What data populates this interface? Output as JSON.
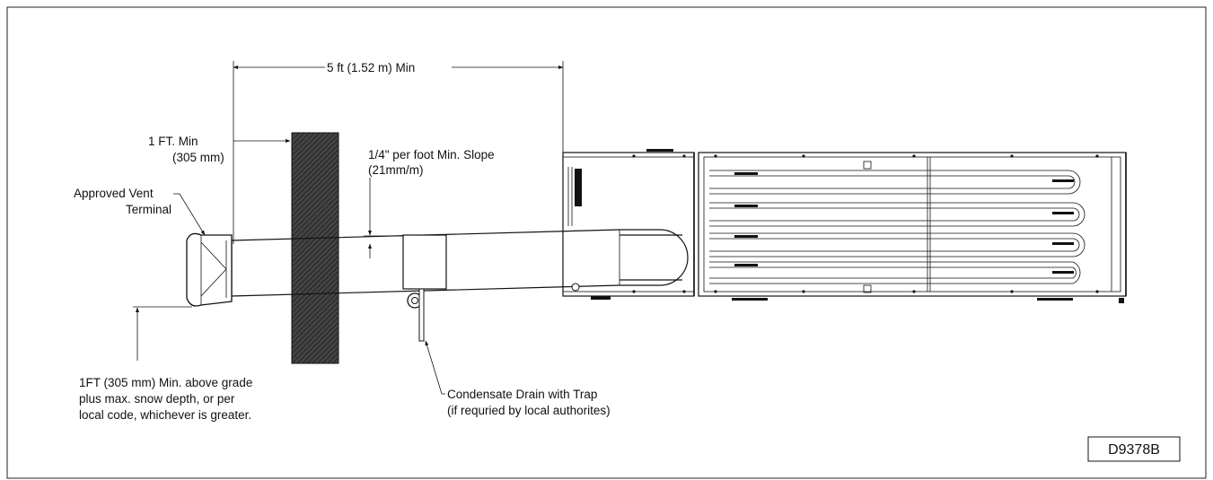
{
  "labels": {
    "distance_to_heater": "5 ft (1.52 m) Min",
    "wall_clearance_line1": "1 FT. Min",
    "wall_clearance_line2": "(305 mm)",
    "slope_line1": "1/4\"  per foot Min. Slope",
    "slope_line2": "(21mm/m)",
    "vent_terminal_line1": "Approved Vent",
    "vent_terminal_line2": "Terminal",
    "grade_line1": "1FT (305 mm) Min. above grade",
    "grade_line2": "plus max. snow depth, or per",
    "grade_line3": "local code, whichever is greater.",
    "drain_line1": "Condensate Drain with Trap",
    "drain_line2": "(if requried by local authorites)",
    "drawing_number": "D9378B"
  },
  "colors": {
    "line": "#111111",
    "wall_hatch": "#3a3a3a",
    "background": "#ffffff"
  },
  "icons": {
    "vent_terminal": "vent-terminal-icon",
    "condensate_trap": "condensate-trap-icon",
    "tube_heater": "tube-heater-icon"
  }
}
